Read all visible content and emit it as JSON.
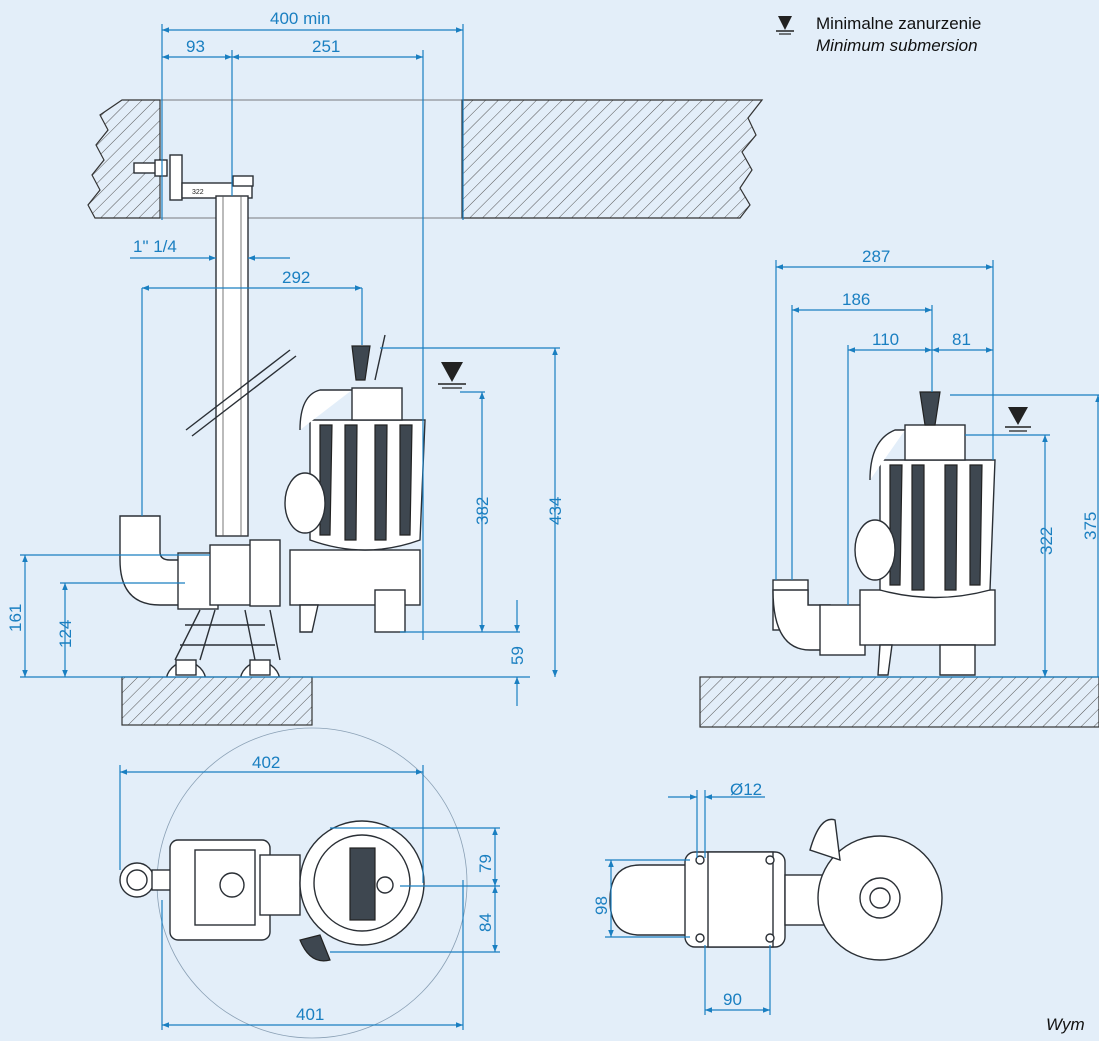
{
  "legend": {
    "line1": "Minimalne zanurzenie",
    "line2": "Minimum submersion"
  },
  "dimensions": {
    "d400min": "400 min",
    "d93": "93",
    "d251": "251",
    "d1_1_4": "1\" 1/4",
    "d292": "292",
    "d382": "382",
    "d434": "434",
    "d161": "161",
    "d124": "124",
    "d59": "59",
    "d287": "287",
    "d186": "186",
    "d110": "110",
    "d81": "81",
    "d322": "322",
    "d375": "375",
    "d402": "402",
    "d401": "401",
    "d79": "79",
    "d84": "84",
    "d12": "Ø12",
    "d98": "98",
    "d90": "90"
  },
  "bracket_label": "322",
  "footer_note": "Wym"
}
